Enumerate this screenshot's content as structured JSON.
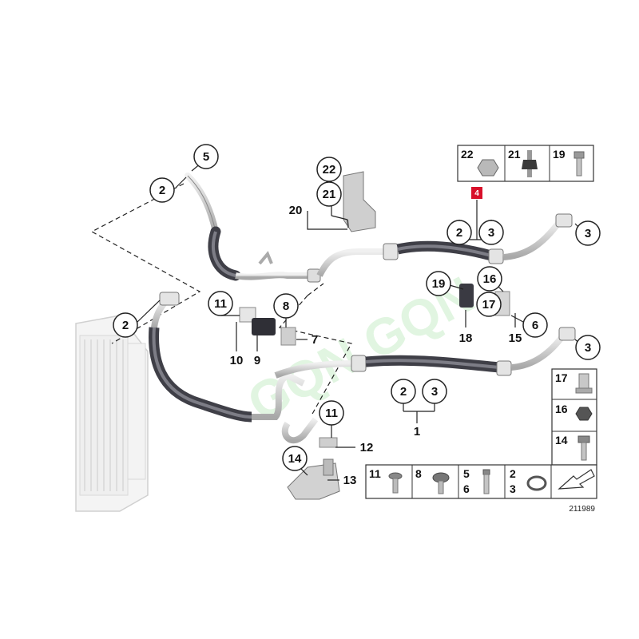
{
  "watermark": "GQN GQN",
  "diagram_id": "211989",
  "highlight_color": "#d8102a",
  "callouts": {
    "c5": "5",
    "c2_top": "2",
    "c2_left": "2",
    "c22": "22",
    "c21": "21",
    "c20": "20",
    "c4": "4",
    "c2_right_top": "2",
    "c3_right_top": "3",
    "c3_far_top": "3",
    "c19": "19",
    "c16": "16",
    "c17": "17",
    "c18": "18",
    "c15": "15",
    "c6": "6",
    "c3_far_mid": "3",
    "c11_mid": "11",
    "c10": "10",
    "c9": "9",
    "c8": "8",
    "c7": "7",
    "c2_bottom": "2",
    "c3_bottom": "3",
    "c1": "1",
    "c11_low": "11",
    "c12": "12",
    "c14_low": "14",
    "c13": "13"
  },
  "legend_top": {
    "a": "22",
    "b": "21",
    "c": "19"
  },
  "legend_side": {
    "a": "17",
    "b": "16",
    "c": "14"
  },
  "legend_bottom": {
    "a": "11",
    "b": "8",
    "c1": "5",
    "c2": "6",
    "d1": "2",
    "d2": "3"
  }
}
